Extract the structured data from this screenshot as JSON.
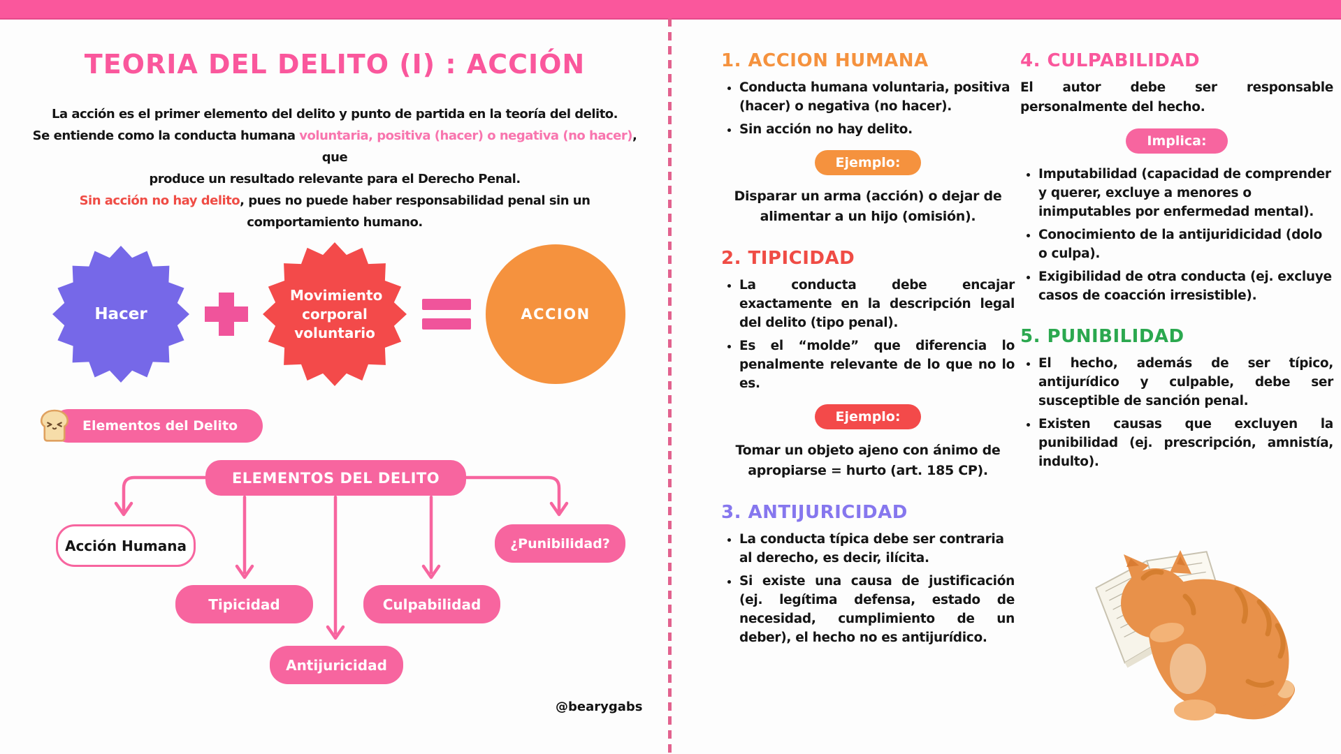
{
  "page": {
    "watermark": "@bearygabs",
    "colors": {
      "accent_pink": "#fa579c",
      "highlight_pink": "#f875ae",
      "red": "#ef4c45",
      "purple": "#7668e8",
      "orange": "#f5923e",
      "green": "#2ba84f",
      "flowchart_pink": "#f7659f"
    },
    "illustrations": {
      "cat": "orange-cat-reading-open-book",
      "toast": "toast-slice-mascot-with-happy-face"
    }
  },
  "left": {
    "title": "TEORIA DEL DELITO (I) : ACCIÓN",
    "intro": {
      "line1": "La acción es el primer elemento del delito y punto de partida en la teoría del delito.",
      "line2_pre": "Se entiende como la conducta humana ",
      "line2_highlight": "voluntaria, positiva (hacer) o negativa (no hacer)",
      "line2_post": ", que",
      "line3": "produce un resultado relevante para el Derecho Penal."
    },
    "warning": {
      "highlight": "Sin acción no hay delito",
      "rest": ", pues no puede haber responsabilidad penal sin un comportamiento humano."
    },
    "equation": {
      "term1": "Hacer",
      "term2": "Movimiento corporal voluntario",
      "result": "ACCION"
    },
    "badge": "Elementos del Delito",
    "flowchart": {
      "root": "ELEMENTOS DEL DELITO",
      "accion": "Acción Humana",
      "tipicidad": "Tipicidad",
      "antijuricidad": "Antijuricidad",
      "culpabilidad": "Culpabilidad",
      "punibilidad": "¿Punibilidad?"
    }
  },
  "right": {
    "s1": {
      "heading": "1. ACCION HUMANA",
      "bullets": [
        "Conducta humana voluntaria, positiva (hacer) o negativa (no hacer).",
        "Sin acción no hay delito."
      ],
      "pill": "Ejemplo:",
      "example": "Disparar un arma (acción) o dejar de alimentar a un hijo (omisión)."
    },
    "s2": {
      "heading": "2. TIPICIDAD",
      "bullets": [
        "La conducta debe encajar exactamente en la descripción legal del delito (tipo penal).",
        "Es el “molde” que diferencia lo penalmente relevante de lo que no lo es."
      ],
      "pill": "Ejemplo:",
      "example": "Tomar un objeto ajeno con ánimo de apropiarse = hurto (art. 185 CP)."
    },
    "s3": {
      "heading": "3. ANTIJURICIDAD",
      "bullets": [
        "La conducta típica debe ser contraria al derecho, es decir, ilícita.",
        "Si existe una causa de justificación (ej. legítima defensa, estado de necesidad, cumplimiento de un deber), el hecho no es antijurídico."
      ]
    },
    "s4": {
      "heading": "4. CULPABILIDAD",
      "lead": "El autor debe ser responsable personalmente del hecho.",
      "pill": "Implica:",
      "bullets": [
        "Imputabilidad (capacidad de comprender y querer, excluye a menores o inimputables por enfermedad mental).",
        "Conocimiento de la antijuridicidad (dolo o culpa).",
        "Exigibilidad de otra conducta (ej. excluye casos de coacción irresistible)."
      ]
    },
    "s5": {
      "heading": "5. PUNIBILIDAD",
      "bullets": [
        "El hecho, además de ser típico, antijurídico y culpable, debe ser susceptible de sanción penal.",
        "Existen causas que excluyen la punibilidad (ej. prescripción, amnistía, indulto)."
      ]
    }
  }
}
